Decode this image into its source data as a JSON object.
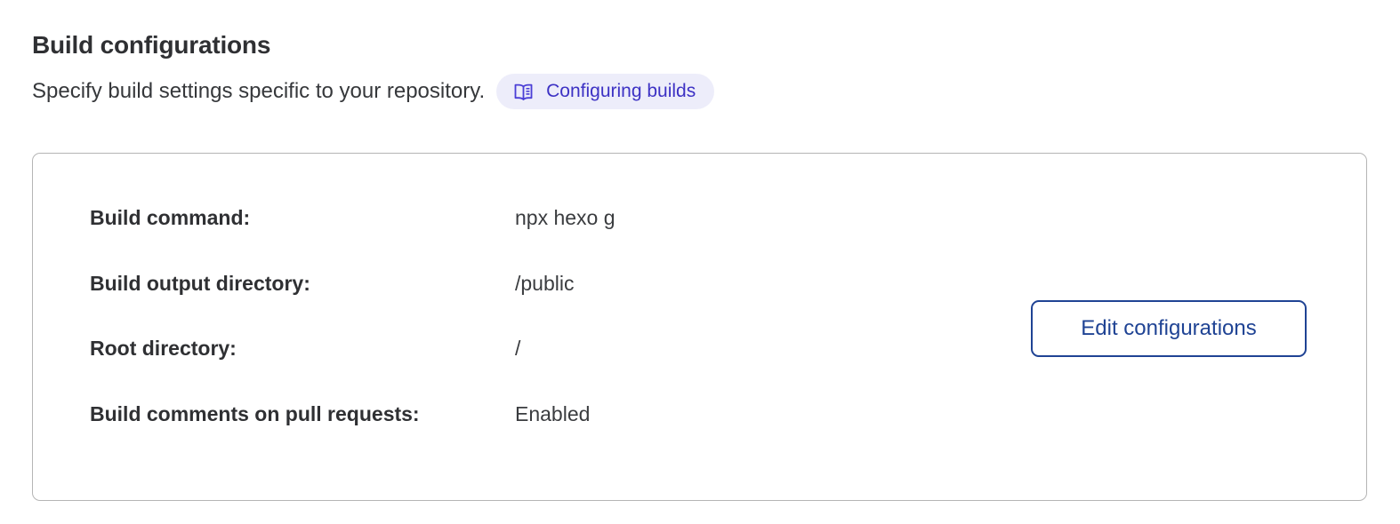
{
  "section": {
    "title": "Build configurations",
    "subtitle": "Specify build settings specific to your repository.",
    "doc_badge": {
      "label": "Configuring builds",
      "icon": "book-icon",
      "background_color": "#ededfa",
      "text_color": "#3d32c4"
    }
  },
  "card": {
    "border_color": "#b5b5b5",
    "rows": [
      {
        "label": "Build command:",
        "value": "npx hexo g"
      },
      {
        "label": "Build output directory:",
        "value": "/public"
      },
      {
        "label": "Root directory:",
        "value": "/"
      },
      {
        "label": "Build comments on pull requests:",
        "value": "Enabled"
      }
    ],
    "edit_button": {
      "label": "Edit configurations",
      "border_color": "#1f4394",
      "text_color": "#1f4394"
    }
  },
  "colors": {
    "page_background": "#ffffff",
    "heading_text": "#2f3033",
    "body_text": "#36383b",
    "accent_indigo": "#3d32c4",
    "accent_blue": "#1f4394"
  }
}
